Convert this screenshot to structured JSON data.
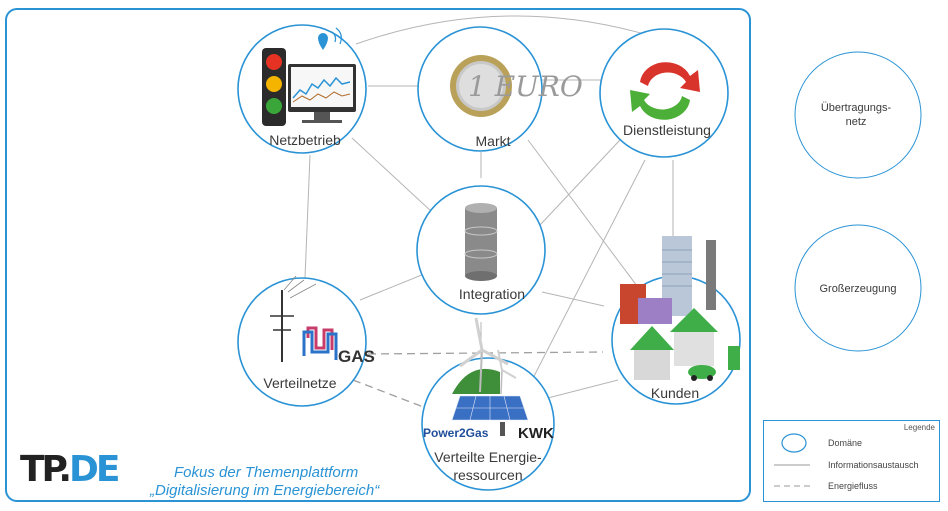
{
  "domains": {
    "netzbetrieb": "Netzbetrieb",
    "markt": "Markt",
    "dienstleistung": "Dienstleistung",
    "integration": "Integration",
    "verteilnetze": "Verteilnetze",
    "kunden": "Kunden",
    "verteilte_line1": "Verteilte Energie-",
    "verteilte_line2": "ressourcen",
    "uebertragung_line1": "Übertragungs-",
    "uebertragung_line2": "netz",
    "grosserzeugung": "Großerzeugung"
  },
  "icon_text": {
    "gas": "GAS",
    "power2gas": "Power2Gas",
    "kwk": "KWK",
    "euro_coin": "1 EURO"
  },
  "caption": {
    "line1": "Fokus der Themenplattform",
    "line2": "„Digitalisierung im Energiebereich“"
  },
  "logo": {
    "tp": "TP.",
    "de": "DE"
  },
  "legend": {
    "title": "Legende",
    "domain": "Domäne",
    "information": "Informationsaustausch",
    "energy": "Energiefluss"
  },
  "colors": {
    "accent": "#2a93d5",
    "line": "#b5b5b5",
    "house_green": "#3fae49",
    "arrow_red": "#d9342b",
    "arrow_green": "#4caf37"
  }
}
